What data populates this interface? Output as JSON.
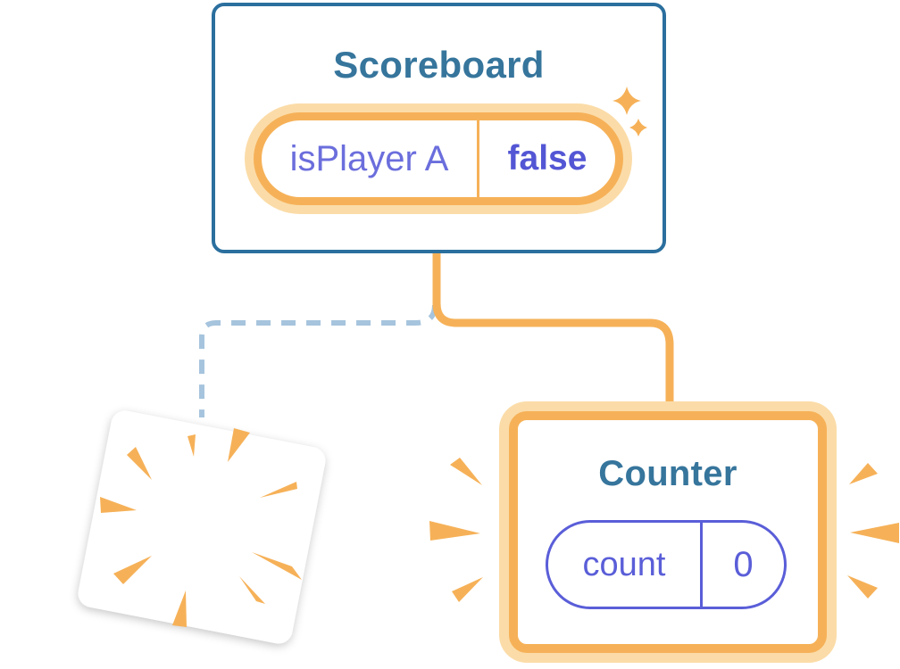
{
  "diagram_title": "Component tree state diagram",
  "scoreboard": {
    "title": "Scoreboard",
    "pill": {
      "label": "isPlayer A",
      "value": "false"
    }
  },
  "counter": {
    "title": "Counter",
    "pill": {
      "label": "count",
      "value": "0"
    }
  },
  "icons": {
    "sparkles": "sparkles-icon",
    "explosion": "explosion-rays-icon",
    "burst_left": "burst-marks-left-icon",
    "burst_right": "burst-marks-right-icon"
  },
  "colors": {
    "orange": "#F6B158",
    "orange_light": "#FBDCA8",
    "card_border_blue": "#2B6F9E",
    "title_teal": "#36759C",
    "purple": "#6B6EDC",
    "purple_bold": "#5356D4",
    "counter_purple": "#5A5ED8",
    "dashed_blue": "#A6C4DD"
  }
}
